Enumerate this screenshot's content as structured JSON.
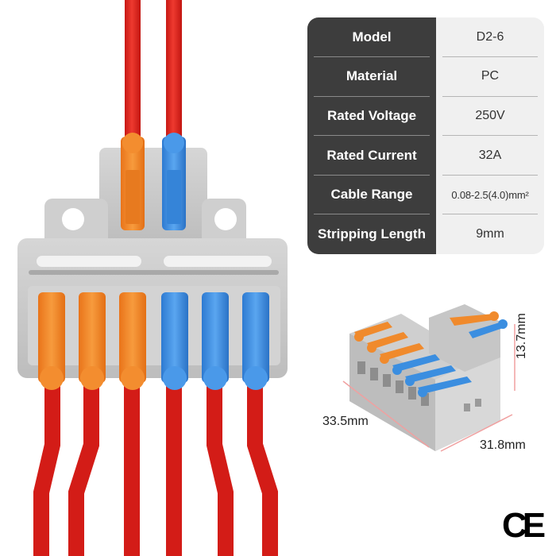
{
  "specs": [
    {
      "label": "Model",
      "value": "D2-6"
    },
    {
      "label": "Material",
      "value": "PC"
    },
    {
      "label": "Rated Voltage",
      "value": "250V"
    },
    {
      "label": "Rated Current",
      "value": "32A"
    },
    {
      "label": "Cable Range",
      "value": "0.08-2.5(4.0)mm²"
    },
    {
      "label": "Stripping Length",
      "value": "9mm"
    }
  ],
  "dimensions": {
    "width": "33.5mm",
    "depth": "31.8mm",
    "height": "13.7mm"
  },
  "certification": "CE",
  "colors": {
    "wire_red": "#e0231f",
    "lever_orange": "#f2882a",
    "lever_blue": "#3a8ee0",
    "housing_grey": "#c9c9c9",
    "table_dark": "#3d3d3d",
    "table_light": "#f0f0f0"
  }
}
